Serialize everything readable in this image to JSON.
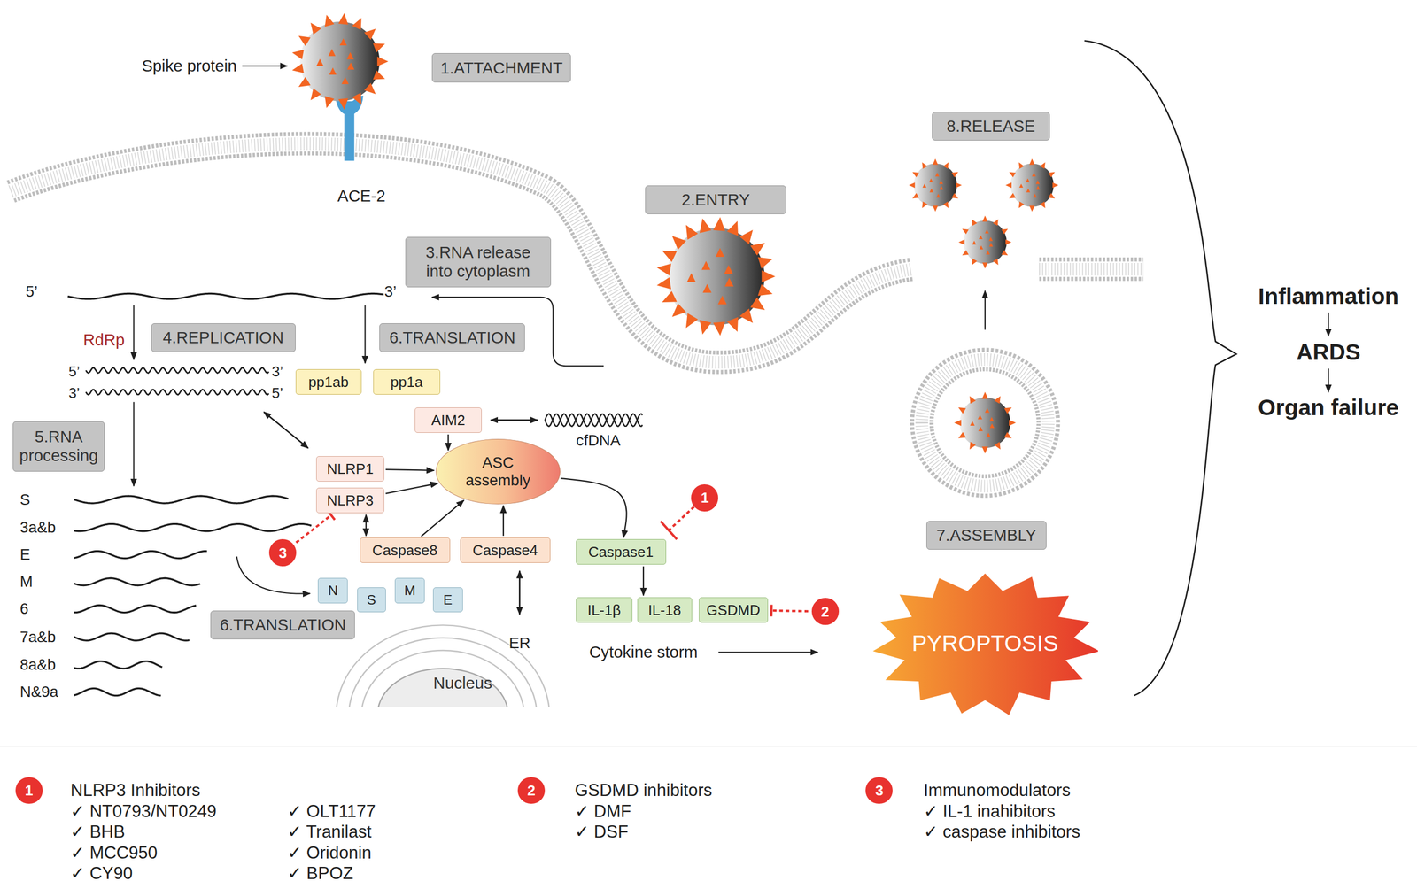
{
  "diagram": {
    "nodes": [
      {
        "text": [
          "1.ATTACHMENT"
        ]
      },
      {
        "text": [
          "2.ENTRY"
        ]
      },
      {
        "text": [
          "3.RNA release into cytoplasm"
        ]
      },
      {
        "text": [
          "4.REPLICATION"
        ]
      },
      {
        "text": [
          "5.RNA processing"
        ]
      },
      {
        "text": [
          "6.TRANSLATION"
        ]
      },
      {
        "text": [
          "6.TRANSLATION"
        ]
      },
      {
        "text": [
          "7.ASSEMBLY"
        ]
      },
      {
        "text": [
          "8.RELEASE"
        ]
      },
      {
        "text": [
          "pp1ab"
        ]
      },
      {
        "text": [
          "pp1a"
        ]
      },
      {
        "text": [
          "AIM2"
        ]
      },
      {
        "text": [
          "NLRP1"
        ]
      },
      {
        "text": [
          "NLRP3"
        ]
      },
      {
        "text": [
          "ASC assembly"
        ]
      },
      {
        "text": [
          "Caspase8"
        ]
      },
      {
        "text": [
          "Caspase4"
        ]
      },
      {
        "text": [
          "Caspase1"
        ]
      },
      {
        "text": [
          "IL-1β"
        ]
      },
      {
        "text": [
          "IL-18"
        ]
      },
      {
        "text": [
          "GSDMD"
        ]
      },
      {
        "text": [
          "N"
        ]
      },
      {
        "text": [
          "S"
        ]
      },
      {
        "text": [
          "M"
        ]
      },
      {
        "text": [
          "E"
        ]
      },
      {
        "text": [
          "PYROPTOSIS"
        ]
      },
      {
        "text": [
          "1"
        ]
      },
      {
        "text": [
          "2"
        ]
      },
      {
        "text": [
          "3"
        ]
      },
      {
        "text": [
          "1"
        ]
      },
      {
        "text": [
          "2"
        ]
      },
      {
        "text": [
          "3"
        ]
      }
    ],
    "edges": [
      {
        "from": 12,
        "to": 14,
        "arrow": "to"
      },
      {
        "from": 13,
        "to": 14,
        "arrow": "to"
      },
      {
        "from": 11,
        "to": 14,
        "arrow": "to"
      },
      {
        "from": 15,
        "to": 14,
        "arrow": "to"
      },
      {
        "from": 16,
        "to": 14,
        "arrow": "to"
      },
      {
        "from": 14,
        "to": 17,
        "arrow": "to"
      },
      {
        "from": 17,
        "to": 19,
        "arrow": "to"
      },
      {
        "from": 13,
        "to": 15,
        "arrow": "both"
      },
      {
        "from": 28,
        "to": 13,
        "arrow": "none"
      },
      {
        "from": 27,
        "to": 20,
        "arrow": "none"
      }
    ],
    "labels": [
      "Spike protein",
      "ACE-2",
      "5’",
      "3’",
      "RdRp",
      "5’",
      "3’",
      "3’",
      "5’",
      "S",
      "3a&b",
      "E",
      "M",
      "6",
      "7a&b",
      "8a&b",
      "N&9a",
      "cfDNA",
      "ER",
      "Nucleus",
      "Cytokine storm",
      "Inflammation",
      "ARDS",
      "Organ failure",
      "NLRP3 Inhibitors",
      "✓ NT0793/NT0249",
      "✓ BHB",
      "✓ MCC950",
      "✓ CY90",
      "✓ OLT1177",
      "✓ Tranilast",
      "✓ Oridonin",
      "✓ BPOZ",
      "GSDMD inhibitors",
      "✓ DMF",
      "✓ DSF",
      "Immunomodulators",
      "✓ IL-1 inahibitors",
      "✓ caspase inhibitors"
    ]
  }
}
